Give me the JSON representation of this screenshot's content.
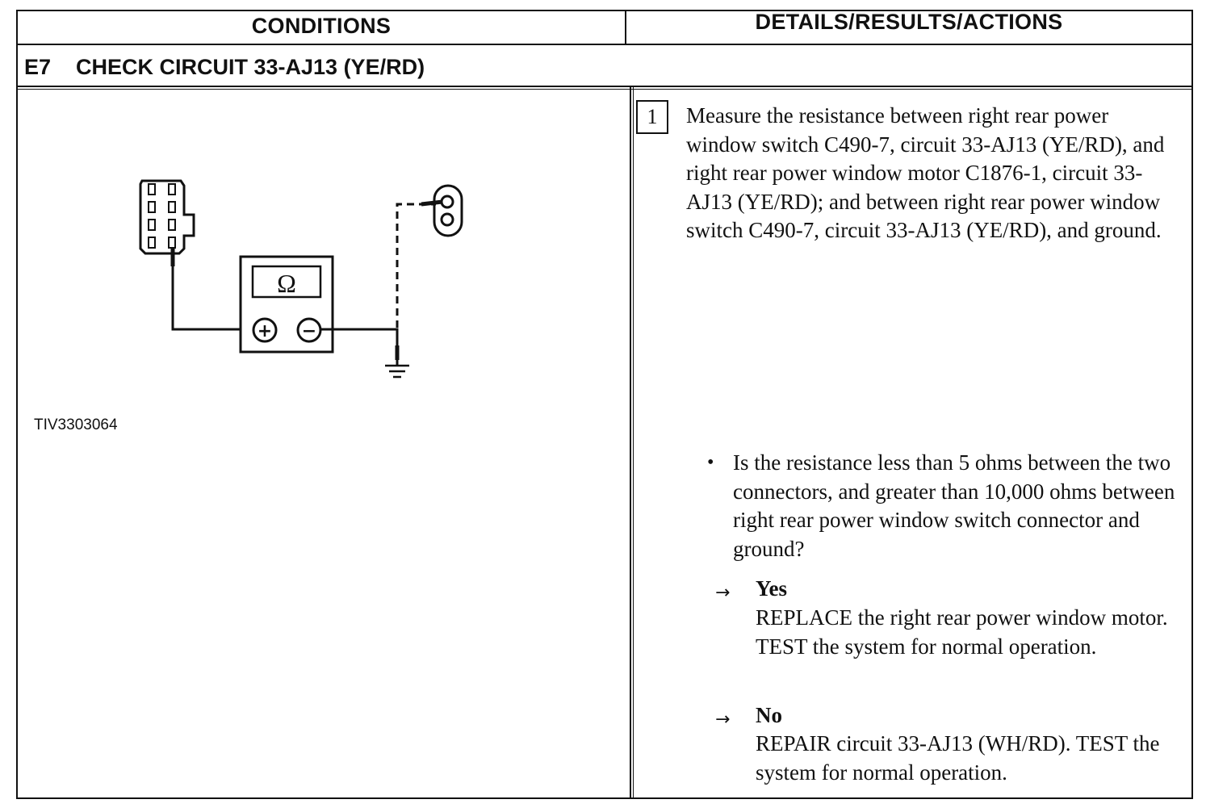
{
  "header": {
    "left_column": "CONDITIONS",
    "right_column": "DETAILS/RESULTS/ACTIONS"
  },
  "step": {
    "code": "E7",
    "title": "CHECK CIRCUIT 33-AJ13 (YE/RD)"
  },
  "figure": {
    "id": "TIV3303064",
    "meter_symbol": "Ω",
    "plus_symbol": "+",
    "minus_symbol": "−"
  },
  "details": {
    "substep_number": "1",
    "instruction": "Measure the resistance between right rear power window switch C490-7, circuit 33-AJ13 (YE/RD), and right rear power window motor C1876-1, circuit 33-AJ13 (YE/RD); and between right rear power window switch C490-7, circuit 33-AJ13 (YE/RD), and ground.",
    "bullet": "•",
    "question": "Is the resistance less than 5 ohms between the two connectors, and greater than 10,000 ohms between right rear power window switch connector and ground?",
    "arrow": "→",
    "yes_label": "Yes",
    "yes_action": "REPLACE the right rear power window motor. TEST the system for normal operation.",
    "no_label": "No",
    "no_action": "REPAIR circuit 33-AJ13 (WH/RD). TEST the system for normal operation."
  }
}
